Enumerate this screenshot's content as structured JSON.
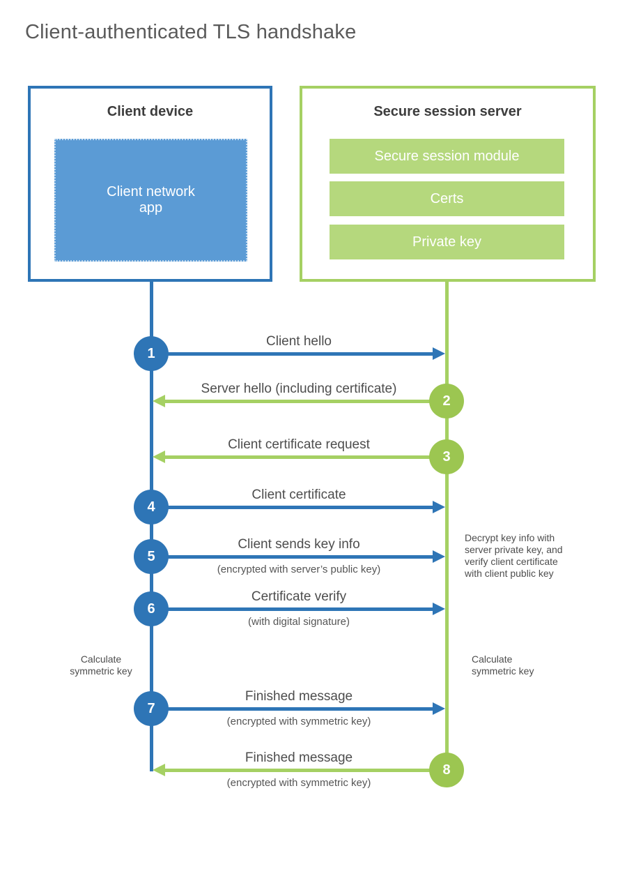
{
  "title": "Client-authenticated TLS handshake",
  "client": {
    "title": "Client device",
    "app": "Client network\napp"
  },
  "server": {
    "title": "Secure session server",
    "modules": [
      "Secure session module",
      "Certs",
      "Private key"
    ]
  },
  "messages": [
    {
      "num": "1",
      "label": "Client hello",
      "sub": "",
      "direction": "client-to-server"
    },
    {
      "num": "2",
      "label": "Server hello (including certificate)",
      "sub": "",
      "direction": "server-to-client"
    },
    {
      "num": "3",
      "label": "Client certificate request",
      "sub": "",
      "direction": "server-to-client"
    },
    {
      "num": "4",
      "label": "Client certificate",
      "sub": "",
      "direction": "client-to-server"
    },
    {
      "num": "5",
      "label": "Client sends key info",
      "sub": "(encrypted with server’s public key)",
      "direction": "client-to-server"
    },
    {
      "num": "6",
      "label": "Certificate verify",
      "sub": "(with digital signature)",
      "direction": "client-to-server"
    },
    {
      "num": "7",
      "label": "Finished message",
      "sub": "(encrypted with symmetric key)",
      "direction": "client-to-server"
    },
    {
      "num": "8",
      "label": "Finished message",
      "sub": "(encrypted with symmetric key)",
      "direction": "server-to-client"
    }
  ],
  "notes": {
    "decrypt": "Decrypt key info with\nserver private key, and\nverify client certificate\nwith client public key",
    "calc_left": "Calculate\nsymmetric key",
    "calc_right": "Calculate\nsymmetric key"
  },
  "colors": {
    "blue_stroke": "#2e75b6",
    "blue_fill": "#5b9bd5",
    "green_stroke": "#a5d063",
    "green_circle": "#9cc651",
    "green_fill": "#b5d87d",
    "text_dark": "#3d3d3d",
    "text_label": "#4d4d4d"
  }
}
